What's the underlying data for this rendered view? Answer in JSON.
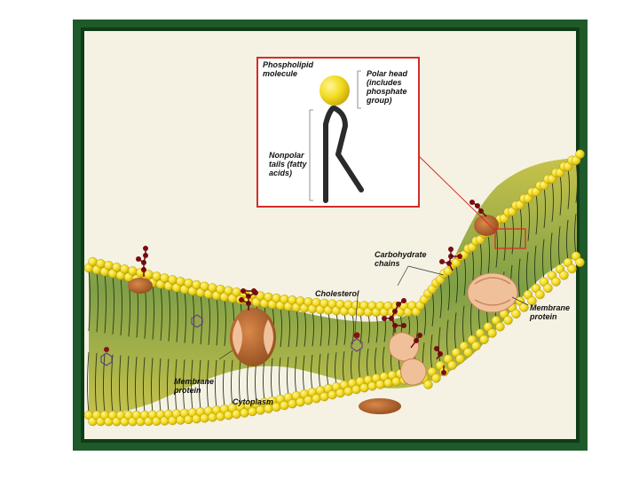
{
  "labels": {
    "phospholipid": "Phospholipid\nmolecule",
    "polar_head": "Polar head\n(includes\nphosphate\ngroup)",
    "nonpolar_tails": "Nonpolar\ntails (fatty\nacids)",
    "carbohydrate_chains": "Carbohydrate\nchains",
    "cholesterol": "Cholesterol",
    "membrane_protein_right": "Membrane\nprotein",
    "membrane_protein_left": "Membrane\nprotein",
    "cytoplasm": "Cytoplasm"
  },
  "colors": {
    "frame": "#1f5a2a",
    "inset_border": "#d62b2b",
    "head_yellow": "#f2dc1e",
    "interior_green": "#8aa84a",
    "protein_brown": "#b5652a",
    "protein_peach": "#f0c09a",
    "carb_red": "#7a0d12"
  }
}
